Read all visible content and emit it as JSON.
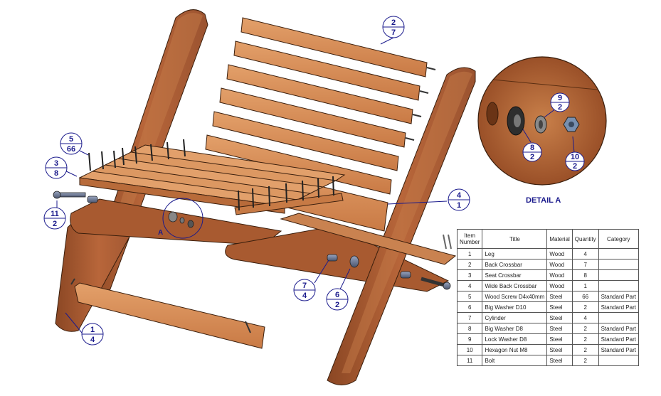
{
  "detail": {
    "label": "DETAIL A",
    "section_marker": "A"
  },
  "balloons": [
    {
      "id": "b-2-7",
      "top": "2",
      "bottom": "7"
    },
    {
      "id": "b-5-66",
      "top": "5",
      "bottom": "66"
    },
    {
      "id": "b-3-8",
      "top": "3",
      "bottom": "8"
    },
    {
      "id": "b-11-2",
      "top": "11",
      "bottom": "2"
    },
    {
      "id": "b-4-1",
      "top": "4",
      "bottom": "1"
    },
    {
      "id": "b-7-4",
      "top": "7",
      "bottom": "4"
    },
    {
      "id": "b-6-2",
      "top": "6",
      "bottom": "2"
    },
    {
      "id": "b-1-4",
      "top": "1",
      "bottom": "4"
    },
    {
      "id": "b-9-2",
      "top": "9",
      "bottom": "2"
    },
    {
      "id": "b-8-2",
      "top": "8",
      "bottom": "2"
    },
    {
      "id": "b-10-2",
      "top": "10",
      "bottom": "2"
    }
  ],
  "bom": {
    "headers": [
      "Item\nNumber",
      "Title",
      "Material",
      "Quantity",
      "Category"
    ],
    "rows": [
      [
        "1",
        "Leg",
        "Wood",
        "4",
        ""
      ],
      [
        "2",
        "Back Crossbar",
        "Wood",
        "7",
        ""
      ],
      [
        "3",
        "Seat Crossbar",
        "Wood",
        "8",
        ""
      ],
      [
        "4",
        "Wide Back Crossbar",
        "Wood",
        "1",
        ""
      ],
      [
        "5",
        "Wood Screw D4x40mm",
        "Steel",
        "66",
        "Standard Part"
      ],
      [
        "6",
        "Big Washer D10",
        "Steel",
        "2",
        "Standard Part"
      ],
      [
        "7",
        "Cylinder",
        "Steel",
        "4",
        ""
      ],
      [
        "8",
        "Big Washer D8",
        "Steel",
        "2",
        "Standard Part"
      ],
      [
        "9",
        "Lock Washer  D8",
        "Steel",
        "2",
        "Standard Part"
      ],
      [
        "10",
        "Hexagon Nut M8",
        "Steel",
        "2",
        "Standard Part"
      ],
      [
        "11",
        "Bolt",
        "Steel",
        "2",
        ""
      ]
    ]
  },
  "colors": {
    "wood_dark": "#a0522d",
    "wood_mid": "#b8663a",
    "wood_light": "#d9925a",
    "wood_outline": "#3a1e0c",
    "balloon": "#1a1a8c",
    "steel": "#3a3a3a"
  }
}
